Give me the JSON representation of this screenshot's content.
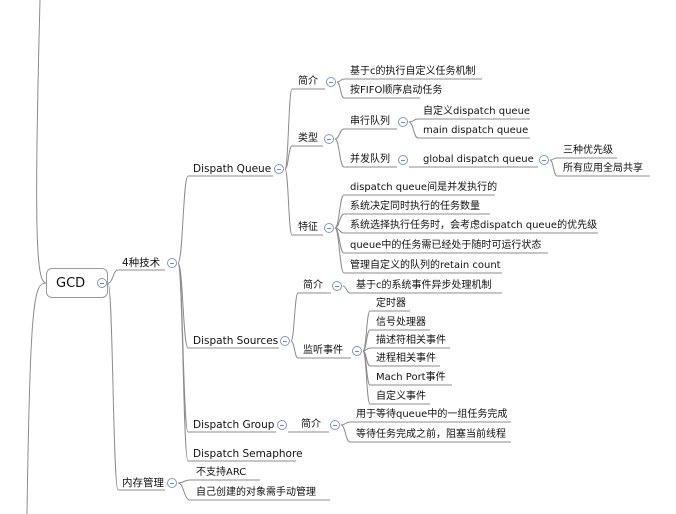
{
  "root": "GCD",
  "technologies": {
    "label": "4种技术",
    "dispatch_queue": {
      "label": "Dispath Queue",
      "intro": {
        "label": "简介",
        "items": [
          "基于c的执行自定义任务机制",
          "按FIFO顺序启动任务"
        ]
      },
      "types": {
        "label": "类型",
        "serial": {
          "label": "串行队列",
          "items": [
            "自定义dispatch queue",
            "main dispatch queue"
          ]
        },
        "concurrent": {
          "label": "并发队列",
          "global": {
            "label": "global dispatch queue",
            "items": [
              "三种优先级",
              "所有应用全局共享"
            ]
          }
        }
      },
      "features": {
        "label": "特征",
        "items": [
          "dispatch queue间是并发执行的",
          "系统决定同时执行的任务数量",
          "系统选择执行任务时，会考虑dispatch queue的优先级",
          "queue中的任务需已经处于随时可运行状态",
          "管理自定义的队列的retain count"
        ]
      }
    },
    "dispatch_sources": {
      "label": "Dispath Sources",
      "intro": {
        "label": "简介",
        "items": [
          "基于c的系统事件异步处理机制"
        ]
      },
      "events": {
        "label": "监听事件",
        "items": [
          "定时器",
          "信号处理器",
          "描述符相关事件",
          "进程相关事件",
          "Mach Port事件",
          "自定义事件"
        ]
      }
    },
    "dispatch_group": {
      "label": "Dispatch Group",
      "intro": {
        "label": "简介",
        "items": [
          "用于等待queue中的一组任务完成",
          "等待任务完成之前，阻塞当前线程"
        ]
      }
    },
    "dispatch_semaphore": {
      "label": "Dispatch Semaphore"
    }
  },
  "memory": {
    "label": "内存管理",
    "items": [
      "不支持ARC",
      "自己创建的对象需手动管理"
    ]
  }
}
